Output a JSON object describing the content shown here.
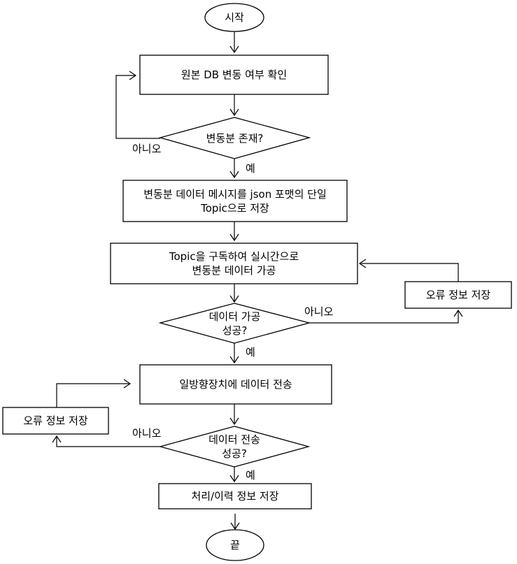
{
  "diagram": {
    "type": "flowchart",
    "nodes": {
      "start": {
        "label": "시작",
        "shape": "terminator"
      },
      "check_db": {
        "label": "원본 DB 변동 여부 확인",
        "shape": "process"
      },
      "has_change": {
        "label": "변동분 존재?",
        "shape": "decision"
      },
      "store_topic": {
        "label_line1": "변동분 데이터 메시지를 json 포맷의 단일",
        "label_line2": "Topic으로 저장",
        "shape": "process"
      },
      "process_data": {
        "label_line1": "Topic을 구독하여 실시간으로",
        "label_line2": "변동분 데이터 가공",
        "shape": "process"
      },
      "process_ok": {
        "label_line1": "데이터 가공",
        "label_line2": "성공?",
        "shape": "decision"
      },
      "error_store_1": {
        "label": "오류 정보 저장",
        "shape": "process"
      },
      "send_data": {
        "label": "일방향장치에 데이터 전송",
        "shape": "process"
      },
      "send_ok": {
        "label_line1": "데이터 전송",
        "label_line2": "성공?",
        "shape": "decision"
      },
      "error_store_2": {
        "label": "오류 정보 저장",
        "shape": "process"
      },
      "save_history": {
        "label": "처리/이력 정보 저장",
        "shape": "process"
      },
      "end": {
        "label": "끝",
        "shape": "terminator"
      }
    },
    "edges": {
      "has_change_no": {
        "label": "아니오",
        "from": "has_change",
        "to": "check_db"
      },
      "has_change_yes": {
        "label": "예",
        "from": "has_change",
        "to": "store_topic"
      },
      "process_ok_no": {
        "label": "아니오",
        "from": "process_ok",
        "to": "error_store_1"
      },
      "process_ok_yes": {
        "label": "예",
        "from": "process_ok",
        "to": "send_data"
      },
      "send_ok_no": {
        "label": "아니오",
        "from": "send_ok",
        "to": "error_store_2"
      },
      "send_ok_yes": {
        "label": "예",
        "from": "send_ok",
        "to": "save_history"
      }
    },
    "colors": {
      "stroke": "#000000",
      "fill": "#ffffff",
      "text": "#000000"
    }
  }
}
